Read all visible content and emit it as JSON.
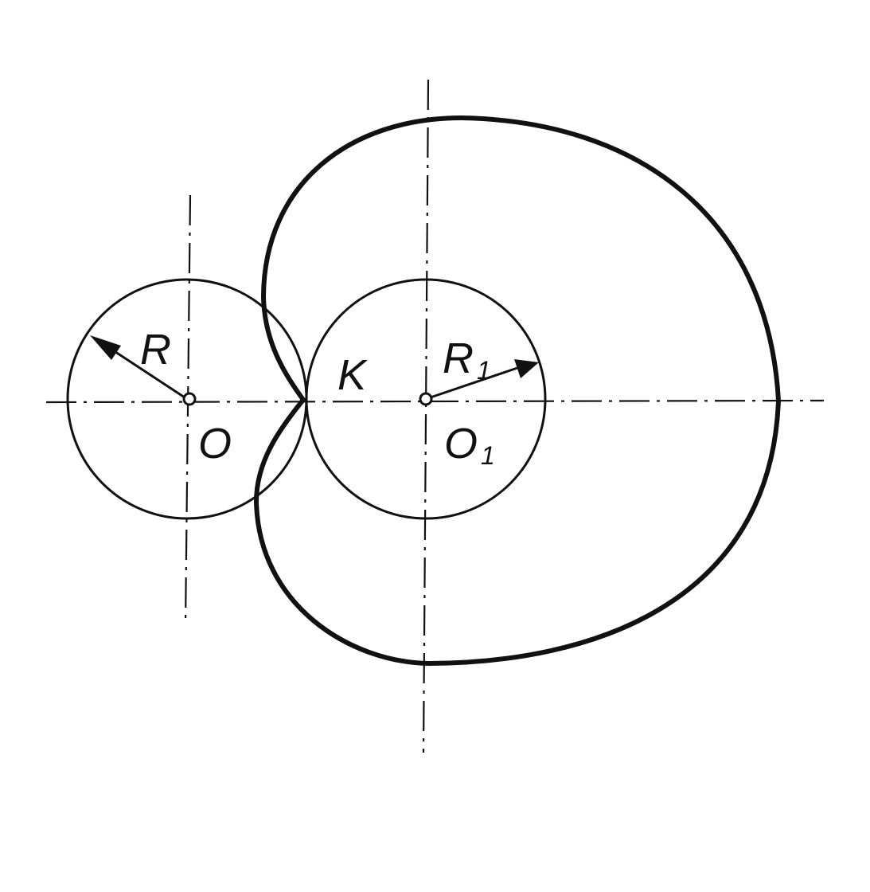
{
  "labels": {
    "R": "R",
    "O": "O",
    "K": "K",
    "R1": "R",
    "R1_sub": "1",
    "O1": "O",
    "O1_sub": "1"
  },
  "colors": {
    "ink": "#111111",
    "background": "#ffffff"
  }
}
